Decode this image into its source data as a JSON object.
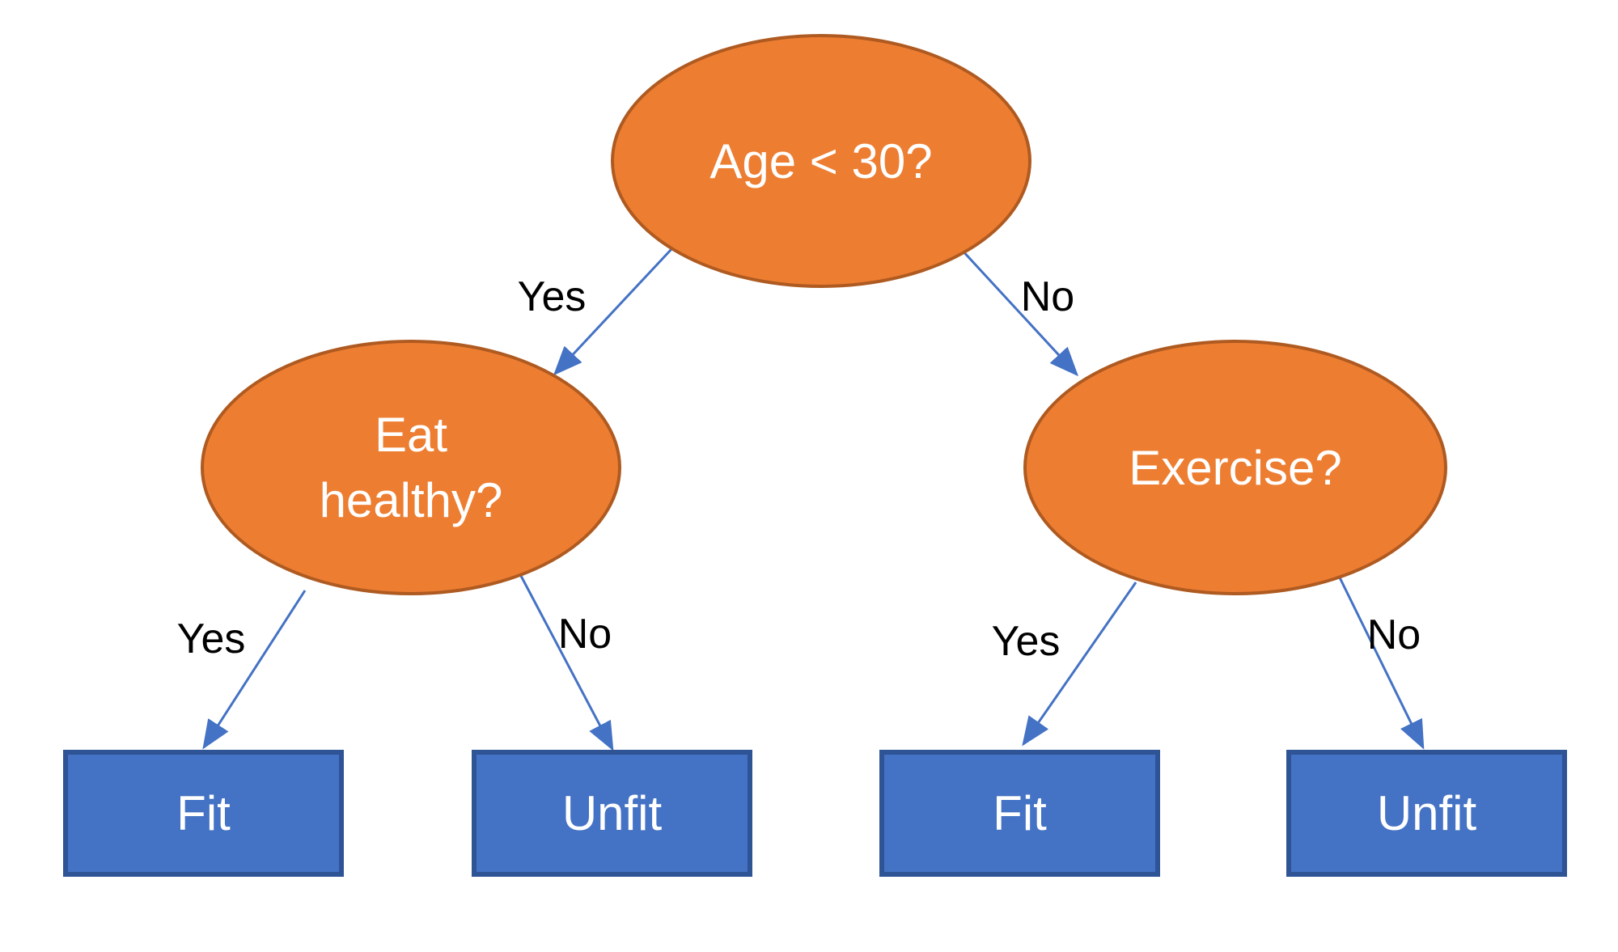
{
  "diagram": {
    "type": "decision-tree",
    "background": "#ffffff",
    "colors": {
      "decision_node_fill": "#ED7D31",
      "decision_node_border": "#AE5A21",
      "decision_node_text": "#FFFFFF",
      "leaf_node_fill": "#4472C4",
      "leaf_node_border": "#2F5496",
      "leaf_node_text": "#FFFFFF",
      "connector": "#4472C4",
      "edge_label_text": "#000000"
    },
    "nodes": [
      {
        "id": "root",
        "label": "Age < 30?"
      },
      {
        "id": "eat-healthy",
        "label": "Eat healthy?"
      },
      {
        "id": "exercise",
        "label": "Exercise?"
      }
    ],
    "leaves": [
      {
        "id": "fit-left",
        "label": "Fit"
      },
      {
        "id": "unfit-left",
        "label": "Unfit"
      },
      {
        "id": "fit-right",
        "label": "Fit"
      },
      {
        "id": "unfit-right",
        "label": "Unfit"
      }
    ],
    "edges": [
      {
        "from": "root",
        "to": "eat-healthy",
        "label": "Yes"
      },
      {
        "from": "root",
        "to": "exercise",
        "label": "No"
      },
      {
        "from": "eat-healthy",
        "to": "fit-left",
        "label": "Yes"
      },
      {
        "from": "eat-healthy",
        "to": "unfit-left",
        "label": "No"
      },
      {
        "from": "exercise",
        "to": "fit-right",
        "label": "Yes"
      },
      {
        "from": "exercise",
        "to": "unfit-right",
        "label": "No"
      }
    ]
  }
}
